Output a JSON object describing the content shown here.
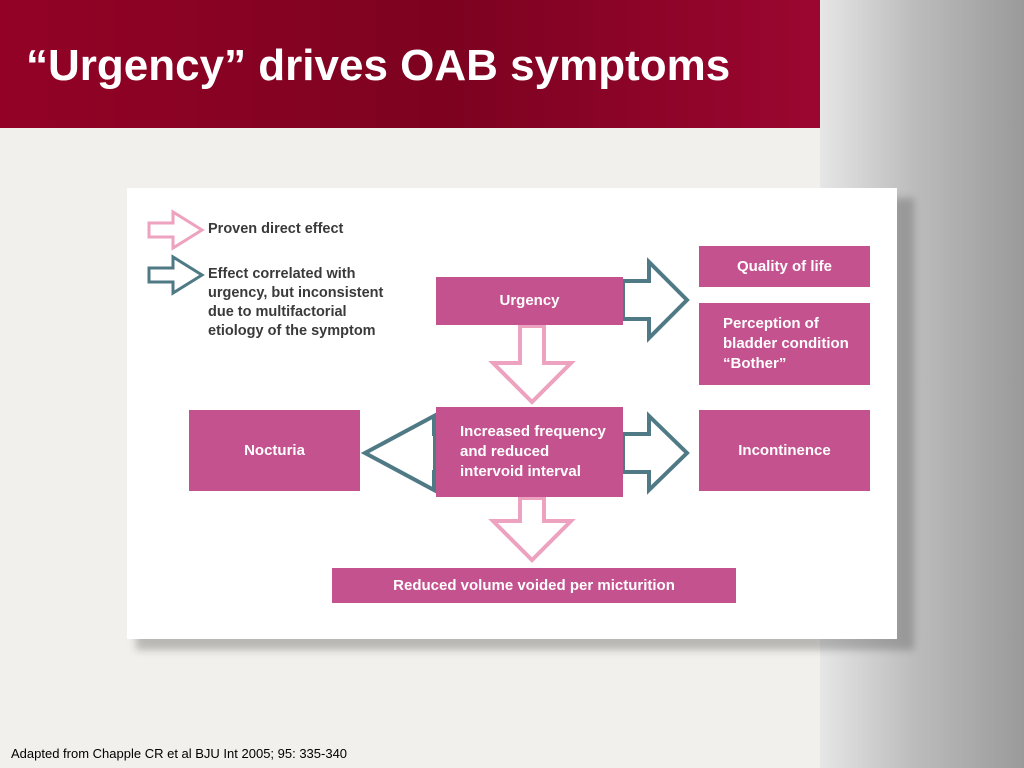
{
  "title": "“Urgency” drives OAB symptoms",
  "legend": {
    "proven": "Proven direct effect",
    "correlated": "Effect correlated with\nurgency, but inconsistent\ndue to multifactorial\netiology of the symptom"
  },
  "nodes": {
    "urgency": "Urgency",
    "quality_of_life": "Quality of life",
    "perception": "Perception of\nbladder condition\n“Bother”",
    "nocturia": "Nocturia",
    "frequency": "Increased frequency\nand reduced\nintervoid interval",
    "incontinence": "Incontinence",
    "reduced_volume": "Reduced volume voided per micturition"
  },
  "citation": "Adapted from Chapple CR et al BJU Int 2005; 95: 335-340",
  "colors": {
    "title_bar": "#8a0325",
    "node_fill": "#c4528e",
    "proven_arrow": "#eda2bf",
    "correlated_arrow": "#4f7a85"
  }
}
